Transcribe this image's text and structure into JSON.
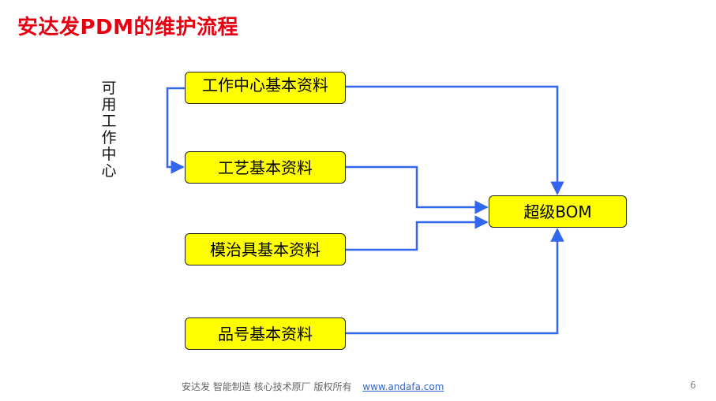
{
  "slide": {
    "title": "安达发PDM的维护流程",
    "side_label": "可用工作中心",
    "page_number": "6"
  },
  "nodes": {
    "work_center": "工作中心基本资料",
    "process": "工艺基本资料",
    "tooling": "模治具基本资料",
    "item": "品号基本资料",
    "super_bom": "超级BOM"
  },
  "footer": {
    "text": "安达发  智能制造 核心技术原厂   版权所有",
    "link": "www.andafa.com"
  },
  "colors": {
    "title": "#e60012",
    "node_fill": "#ffff00",
    "arrow": "#3366ee"
  }
}
